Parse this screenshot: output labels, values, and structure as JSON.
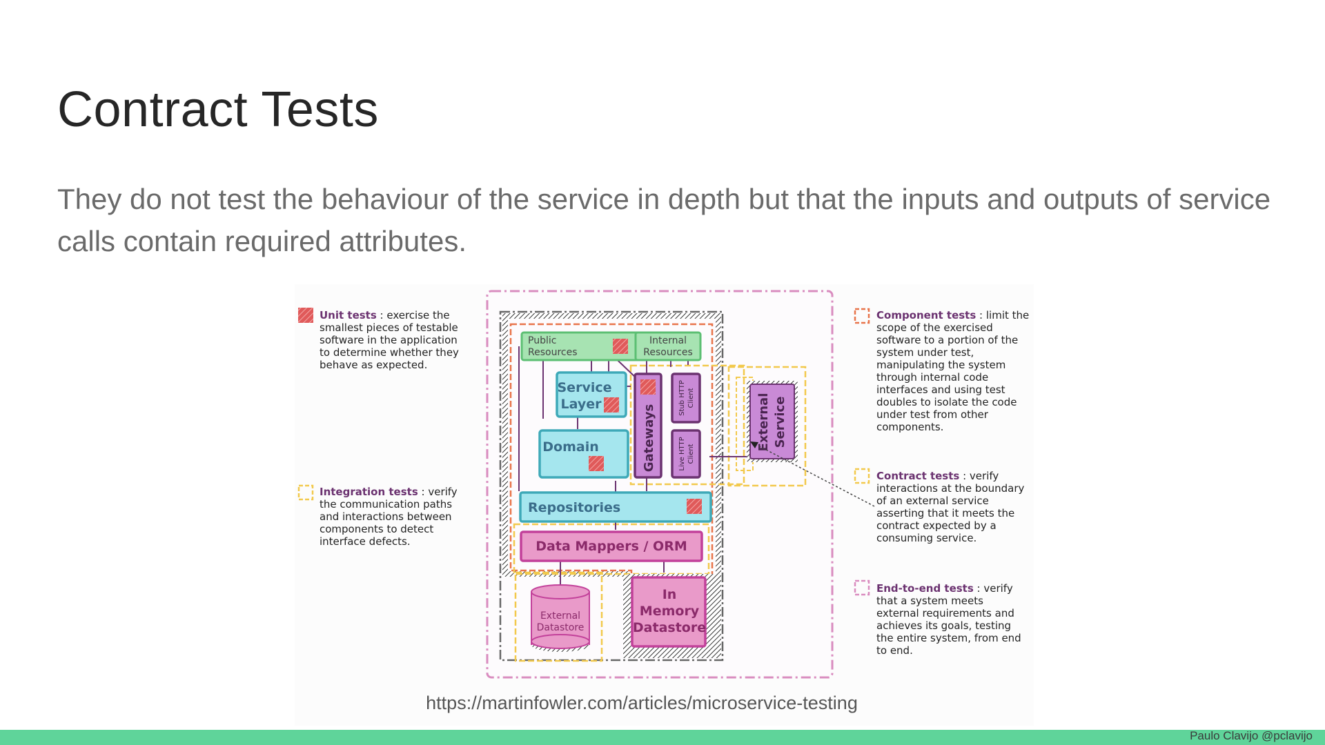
{
  "slide": {
    "title": "Contract Tests",
    "subtitle": "They do not test the behaviour of the service in depth but that the inputs and outputs of service calls contain required attributes.",
    "source_url": "https://martinfowler.com/articles/microservice-testing",
    "author": "Paulo Clavijo @pclavijo",
    "footer_color": "#5fd49a"
  },
  "diagram": {
    "legend": {
      "unit": {
        "term": "Unit tests",
        "text": [
          " : exercise the",
          "smallest pieces of testable",
          "software in the application",
          "to determine whether they",
          "behave as expected."
        ]
      },
      "integration": {
        "term": "Integration tests",
        "text": [
          " : verify",
          "the communication paths",
          "and interactions between",
          "components to detect",
          "interface defects."
        ]
      },
      "component": {
        "term": "Component tests",
        "text": [
          " : limit the",
          "scope of the exercised",
          "software to a portion of the",
          "system under test,",
          "manipulating the system",
          "through internal code",
          "interfaces and using test",
          "doubles to isolate the code",
          "under test from other",
          "components."
        ]
      },
      "contract": {
        "term": "Contract tests",
        "text": [
          " : verify",
          "interactions at the boundary",
          "of an external service",
          "asserting that it meets the",
          "contract expected by a",
          "consuming service."
        ]
      },
      "e2e": {
        "term": "End-to-end tests",
        "text": [
          " : verify",
          "that a system meets",
          "external requirements and",
          "achieves its goals, testing",
          "the entire system, from end",
          "to end."
        ]
      }
    },
    "boxes": {
      "public_resources": [
        "Public",
        "Resources"
      ],
      "internal_resources": [
        "Internal",
        "Resources"
      ],
      "service_layer": [
        "Service",
        "Layer"
      ],
      "domain": "Domain",
      "gateways": "Gateways",
      "stub_http_client": [
        "Stub HTTP",
        "Client"
      ],
      "live_http_client": [
        "Live HTTP",
        "Client"
      ],
      "external_service": [
        "External",
        "Service"
      ],
      "repositories": "Repositories",
      "data_mappers": "Data Mappers / ORM",
      "external_datastore": [
        "External",
        "Datastore"
      ],
      "in_memory_datastore": [
        "In",
        "Memory",
        "Datastore"
      ]
    },
    "colors": {
      "unit": "#e05a5a",
      "integration": "#f2c94c",
      "component": "#e8744a",
      "contract": "#f2c94c",
      "e2e": "#d98cbf",
      "green_box": "#a7e3b2",
      "cyan_box": "#a5e6ee",
      "purple_box": "#c98ad6",
      "pink_box": "#e99ac9",
      "term_color": "#6b3270"
    }
  }
}
